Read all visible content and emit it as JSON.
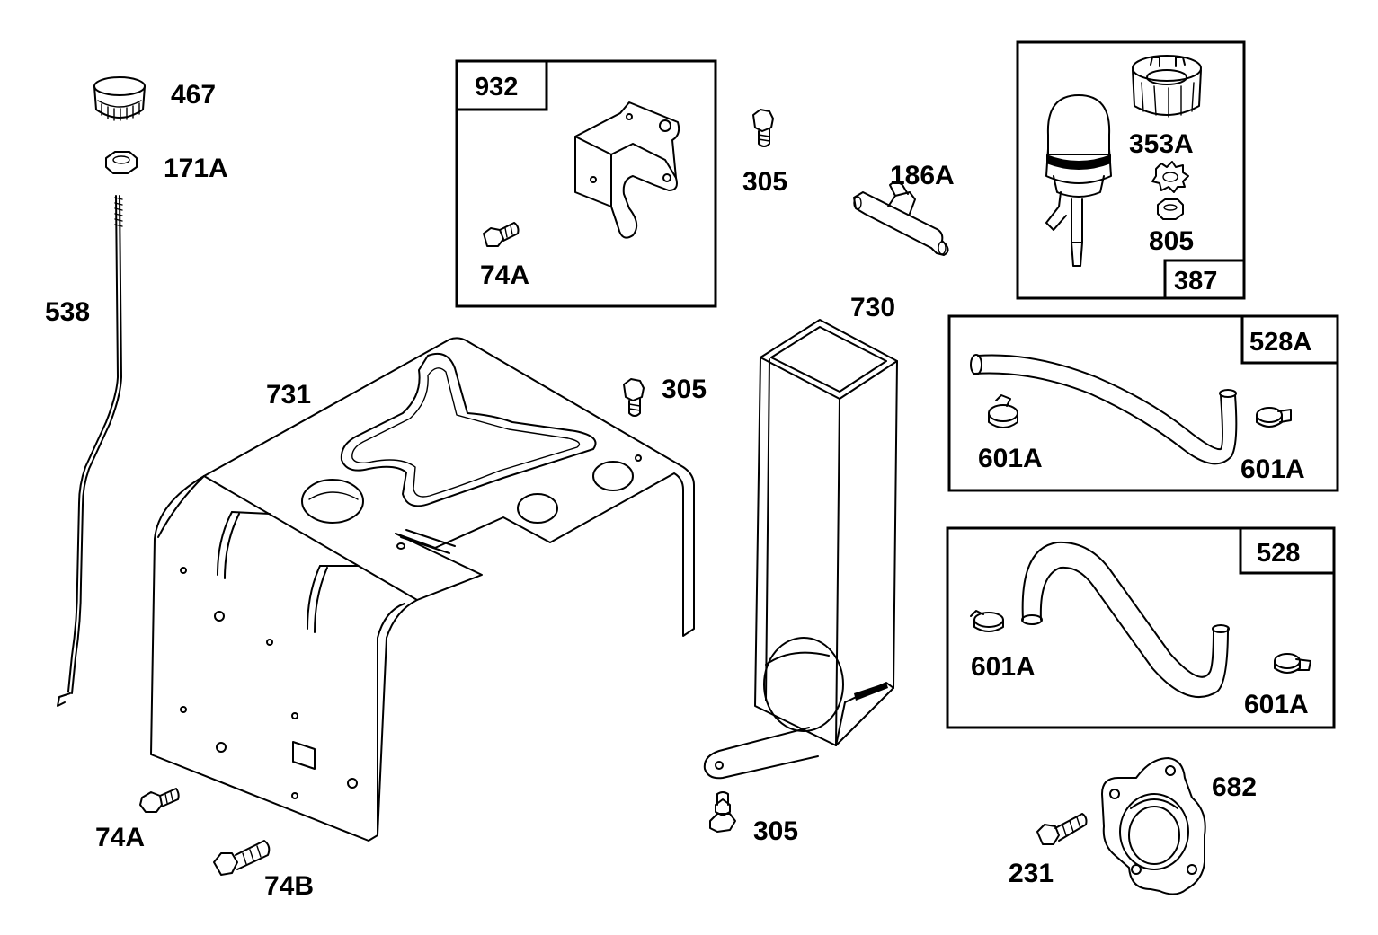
{
  "labels": {
    "knob": "467",
    "nut_top": "171A",
    "rod": "538",
    "shield": "731",
    "bolt_shield_right": "305",
    "bolt_lower_left_a": "74A",
    "bolt_lower_left_b": "74B",
    "bracket_bolt": "74A",
    "top_bolt": "305",
    "tee_fitting": "186A",
    "chute": "730",
    "chute_bolt": "305",
    "primer_cap": "353A",
    "primer_nut": "805",
    "hose_a_clamp_left": "601A",
    "hose_a_clamp_right": "601A",
    "hose_b_clamp_left": "601A",
    "hose_b_clamp_right": "601A",
    "flange": "682",
    "flange_screw": "231"
  },
  "boxes": {
    "bracket_kit": "932",
    "primer_kit": "387",
    "hose_kit_a": "528A",
    "hose_kit_b": "528"
  }
}
